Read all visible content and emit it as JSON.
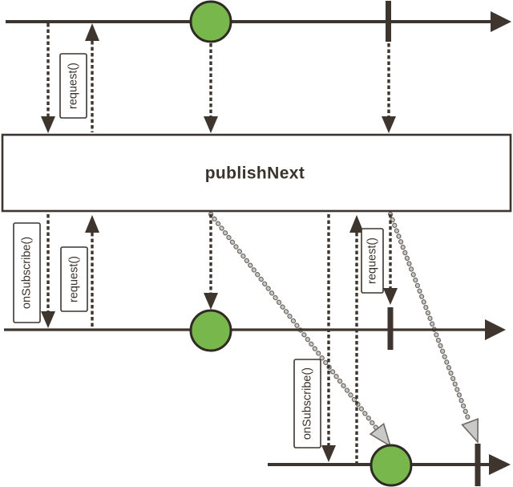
{
  "diagram": {
    "kind": "reactive-streams marble diagram",
    "operator": {
      "title": "publishNext"
    },
    "labels": {
      "request_top": "request()",
      "onsubscribe_left": "onSubscribe()",
      "request_left": "request()",
      "request_right": "request()",
      "onsubscribe_bottom": "onSubscribe()"
    },
    "colors": {
      "background": "#ffffff",
      "line": "#3d352e",
      "text": "#3a332c",
      "marble_fill": "#78b74c",
      "marble_stroke": "#2f2a24",
      "diagonal_light": "#c9c9c9",
      "diagonal_outline": "#6e6861",
      "label_bg": "#ffffff",
      "label_border": "#3d352e"
    }
  }
}
